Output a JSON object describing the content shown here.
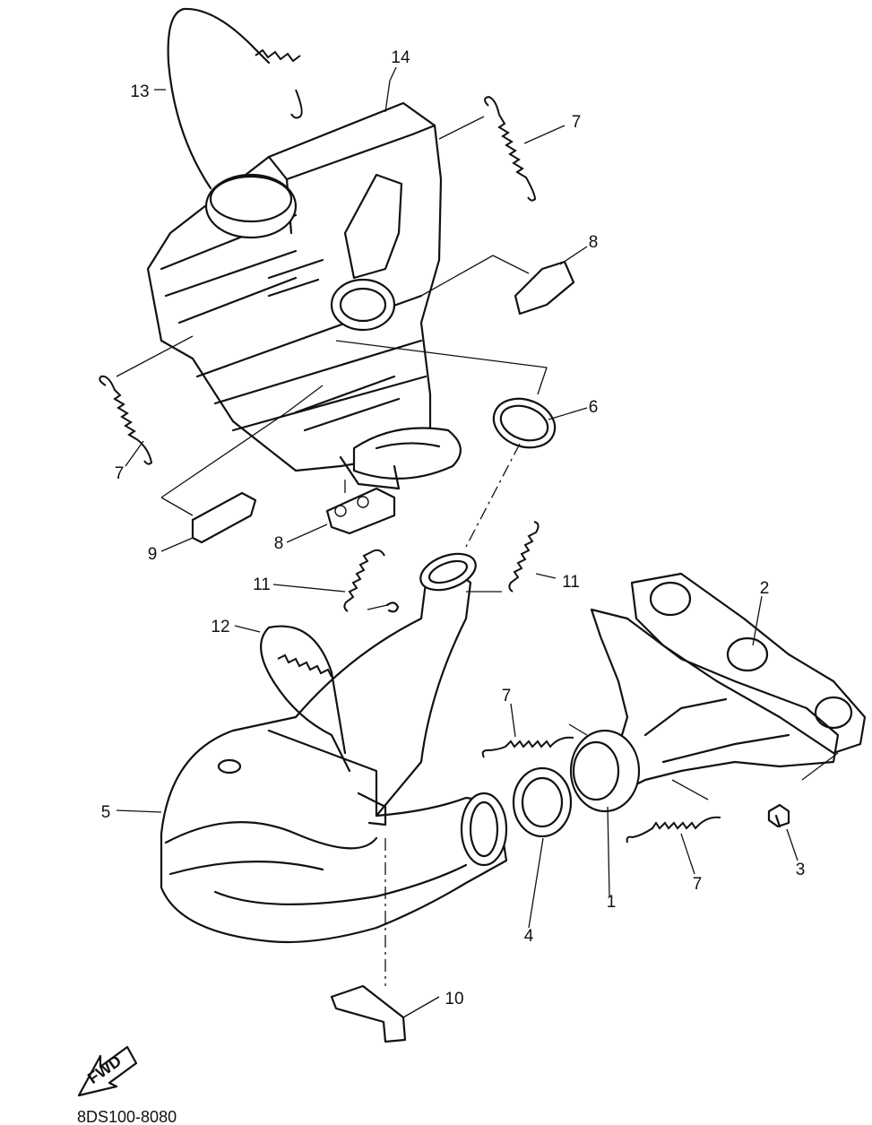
{
  "diagram": {
    "callouts": [
      "1",
      "2",
      "3",
      "4",
      "5",
      "6",
      "7",
      "7",
      "7",
      "7",
      "8",
      "8",
      "9",
      "10",
      "11",
      "11",
      "12",
      "13",
      "14"
    ],
    "fwd_label": "FWD",
    "drawing_code": "8DS100-8080"
  }
}
